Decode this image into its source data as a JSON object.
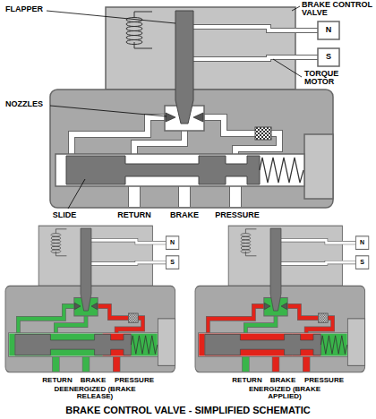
{
  "diagram": {
    "caption": "BRAKE CONTROL VALVE - SIMPLIFIED SCHEMATIC",
    "labels": [
      "BRAKE CONTROL VALVE",
      "FLAPPER",
      "N",
      "S",
      "TORQUE MOTOR",
      "NOZZLES",
      "SLIDE",
      "RETURN",
      "BRAKE",
      "PRESSURE",
      "N",
      "S",
      "RETURN",
      "BRAKE",
      "PRESSURE",
      "DEENERGIZED (BRAKE RELEASE)",
      "N",
      "S",
      "RETURN",
      "BRAKE",
      "PRESSURE",
      "ENERGIZED (BRAKE APPLIED)"
    ]
  }
}
